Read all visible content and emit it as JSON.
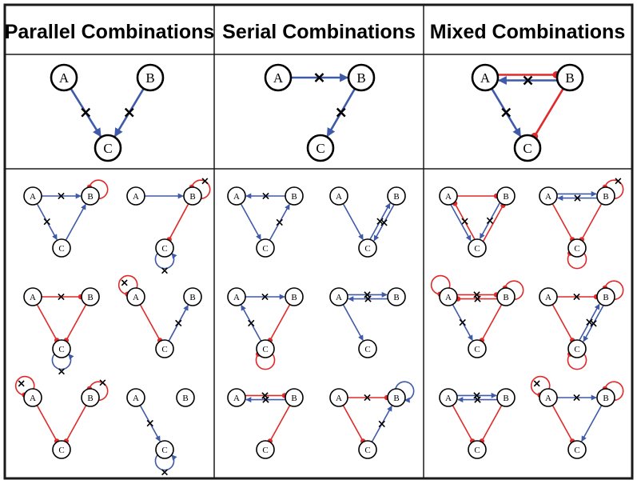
{
  "headers": [
    "Parallel Combinations",
    "Serial Combinations",
    "Mixed Combinations"
  ],
  "node_labels": {
    "A": "A",
    "B": "B",
    "C": "C"
  },
  "colors": {
    "blue": "#3f5aa8",
    "red": "#e02a2a",
    "black": "#000000",
    "border": "#1a1a1a"
  },
  "edge_markers": {
    "arrow": "blue arrowhead",
    "dot": "red circular end",
    "cross": "x mark on edge"
  },
  "panels": [
    {
      "column": 0,
      "row": "top",
      "edges": [
        [
          "A",
          "C",
          "blue",
          "arrow",
          true
        ],
        [
          "B",
          "C",
          "blue",
          "arrow",
          true
        ]
      ],
      "loops": []
    },
    {
      "column": 1,
      "row": "top",
      "edges": [
        [
          "A",
          "B",
          "blue",
          "arrow",
          true
        ],
        [
          "B",
          "C",
          "blue",
          "arrow",
          true
        ]
      ],
      "loops": []
    },
    {
      "column": 2,
      "row": "top",
      "edges": [
        [
          "A",
          "B",
          "red",
          "dot",
          false
        ],
        [
          "B",
          "A",
          "blue",
          "arrow",
          true
        ],
        [
          "A",
          "C",
          "blue",
          "arrow",
          true
        ],
        [
          "B",
          "C",
          "red",
          "dot",
          false
        ]
      ],
      "loops": []
    },
    {
      "column": 0,
      "row": 1,
      "edges": [
        [
          "A",
          "B",
          "blue",
          "arrow",
          true
        ],
        [
          "A",
          "C",
          "blue",
          "arrow",
          true
        ],
        [
          "C",
          "B",
          "blue",
          "arrow",
          false
        ]
      ],
      "loops": [
        [
          "B",
          "red",
          "dot",
          false
        ]
      ]
    },
    {
      "column": 0,
      "row": 1,
      "edges": [
        [
          "A",
          "B",
          "blue",
          "arrow",
          false
        ],
        [
          "B",
          "C",
          "red",
          "dot",
          false
        ]
      ],
      "loops": [
        [
          "B",
          "red",
          "dot",
          true
        ],
        [
          "C",
          "blue",
          "arrow",
          true
        ]
      ]
    },
    {
      "column": 1,
      "row": 1,
      "edges": [
        [
          "B",
          "A",
          "blue",
          "arrow",
          true
        ],
        [
          "A",
          "C",
          "blue",
          "arrow",
          false
        ],
        [
          "C",
          "B",
          "blue",
          "arrow",
          true
        ]
      ],
      "loops": []
    },
    {
      "column": 1,
      "row": 1,
      "edges": [
        [
          "A",
          "C",
          "blue",
          "arrow",
          false
        ],
        [
          "B",
          "C",
          "blue",
          "arrow",
          true
        ],
        [
          "C",
          "B",
          "blue",
          "arrow",
          true
        ]
      ],
      "loops": []
    },
    {
      "column": 2,
      "row": 1,
      "edges": [
        [
          "A",
          "B",
          "red",
          "dot",
          false
        ],
        [
          "C",
          "A",
          "red",
          "dot",
          true
        ],
        [
          "A",
          "C",
          "blue",
          "arrow",
          false
        ],
        [
          "C",
          "B",
          "red",
          "dot",
          false
        ],
        [
          "B",
          "C",
          "blue",
          "arrow",
          true
        ]
      ],
      "loops": []
    },
    {
      "column": 2,
      "row": 1,
      "edges": [
        [
          "A",
          "B",
          "blue",
          "arrow",
          false
        ],
        [
          "B",
          "A",
          "blue",
          "arrow",
          true
        ],
        [
          "A",
          "C",
          "red",
          "dot",
          false
        ],
        [
          "B",
          "C",
          "red",
          "dot",
          false
        ]
      ],
      "loops": [
        [
          "B",
          "red",
          "dot",
          true
        ],
        [
          "C",
          "red",
          "dot",
          false
        ]
      ]
    },
    {
      "column": 0,
      "row": 2,
      "edges": [
        [
          "A",
          "B",
          "red",
          "dot",
          true
        ],
        [
          "A",
          "C",
          "red",
          "dot",
          false
        ],
        [
          "B",
          "C",
          "red",
          "dot",
          false
        ]
      ],
      "loops": [
        [
          "C",
          "blue",
          "arrow",
          true
        ]
      ]
    },
    {
      "column": 0,
      "row": 2,
      "edges": [
        [
          "A",
          "C",
          "red",
          "dot",
          false
        ],
        [
          "C",
          "B",
          "blue",
          "arrow",
          true
        ]
      ],
      "loops": [
        [
          "A",
          "red",
          "dot",
          true
        ]
      ]
    },
    {
      "column": 1,
      "row": 2,
      "edges": [
        [
          "A",
          "B",
          "blue",
          "arrow",
          true
        ],
        [
          "C",
          "A",
          "blue",
          "arrow",
          true
        ],
        [
          "B",
          "C",
          "red",
          "dot",
          false
        ]
      ],
      "loops": [
        [
          "C",
          "red",
          "dot",
          false
        ]
      ]
    },
    {
      "column": 1,
      "row": 2,
      "edges": [
        [
          "A",
          "B",
          "blue",
          "arrow",
          true
        ],
        [
          "B",
          "A",
          "blue",
          "arrow",
          true
        ],
        [
          "A",
          "C",
          "blue",
          "arrow",
          false
        ]
      ],
      "loops": []
    },
    {
      "column": 2,
      "row": 2,
      "edges": [
        [
          "A",
          "B",
          "red",
          "dot",
          true
        ],
        [
          "B",
          "A",
          "red",
          "dot",
          true
        ],
        [
          "A",
          "C",
          "blue",
          "arrow",
          true
        ],
        [
          "B",
          "C",
          "red",
          "dot",
          false
        ]
      ],
      "loops": [
        [
          "A",
          "red",
          "dot",
          false
        ],
        [
          "B",
          "red",
          "dot",
          false
        ]
      ]
    },
    {
      "column": 2,
      "row": 2,
      "edges": [
        [
          "A",
          "B",
          "red",
          "dot",
          true
        ],
        [
          "A",
          "C",
          "red",
          "dot",
          false
        ],
        [
          "B",
          "C",
          "blue",
          "arrow",
          true
        ],
        [
          "C",
          "B",
          "blue",
          "arrow",
          true
        ]
      ],
      "loops": [
        [
          "B",
          "red",
          "dot",
          false
        ],
        [
          "C",
          "red",
          "dot",
          false
        ]
      ]
    },
    {
      "column": 0,
      "row": 3,
      "edges": [
        [
          "A",
          "C",
          "red",
          "dot",
          false
        ],
        [
          "B",
          "C",
          "red",
          "dot",
          false
        ]
      ],
      "loops": [
        [
          "A",
          "red",
          "dot",
          true
        ],
        [
          "B",
          "red",
          "dot",
          true
        ]
      ]
    },
    {
      "column": 0,
      "row": 3,
      "edges": [
        [
          "A",
          "C",
          "blue",
          "arrow",
          true
        ]
      ],
      "loops": [
        [
          "C",
          "blue",
          "arrow",
          true
        ]
      ]
    },
    {
      "column": 1,
      "row": 3,
      "edges": [
        [
          "A",
          "B",
          "red",
          "dot",
          true
        ],
        [
          "B",
          "A",
          "blue",
          "arrow",
          true
        ],
        [
          "B",
          "C",
          "red",
          "dot",
          false
        ]
      ],
      "loops": []
    },
    {
      "column": 1,
      "row": 3,
      "edges": [
        [
          "A",
          "B",
          "red",
          "dot",
          true
        ],
        [
          "A",
          "C",
          "red",
          "dot",
          false
        ],
        [
          "C",
          "B",
          "blue",
          "arrow",
          true
        ]
      ],
      "loops": [
        [
          "B",
          "blue",
          "arrow",
          false
        ]
      ]
    },
    {
      "column": 2,
      "row": 3,
      "edges": [
        [
          "A",
          "B",
          "blue",
          "arrow",
          true
        ],
        [
          "B",
          "A",
          "blue",
          "arrow",
          true
        ],
        [
          "A",
          "C",
          "red",
          "dot",
          false
        ],
        [
          "B",
          "C",
          "red",
          "dot",
          false
        ]
      ],
      "loops": []
    },
    {
      "column": 2,
      "row": 3,
      "edges": [
        [
          "A",
          "B",
          "blue",
          "arrow",
          true
        ],
        [
          "A",
          "C",
          "red",
          "dot",
          false
        ],
        [
          "B",
          "C",
          "blue",
          "arrow",
          false
        ]
      ],
      "loops": [
        [
          "A",
          "red",
          "dot",
          true
        ],
        [
          "B",
          "red",
          "dot",
          false
        ]
      ]
    }
  ]
}
